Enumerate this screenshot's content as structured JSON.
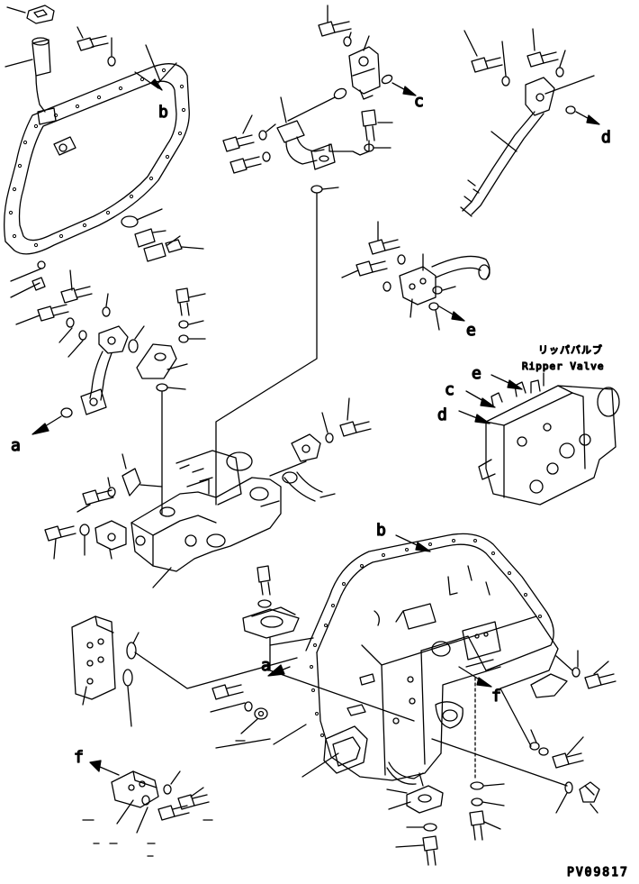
{
  "labels": {
    "a": "a",
    "b": "b",
    "c": "c",
    "d": "d",
    "e": "e",
    "f": "f"
  },
  "ripper_valve": {
    "jp": "リッパバルブ",
    "en": "Ripper Valve"
  },
  "drawing_code": "PV09817"
}
